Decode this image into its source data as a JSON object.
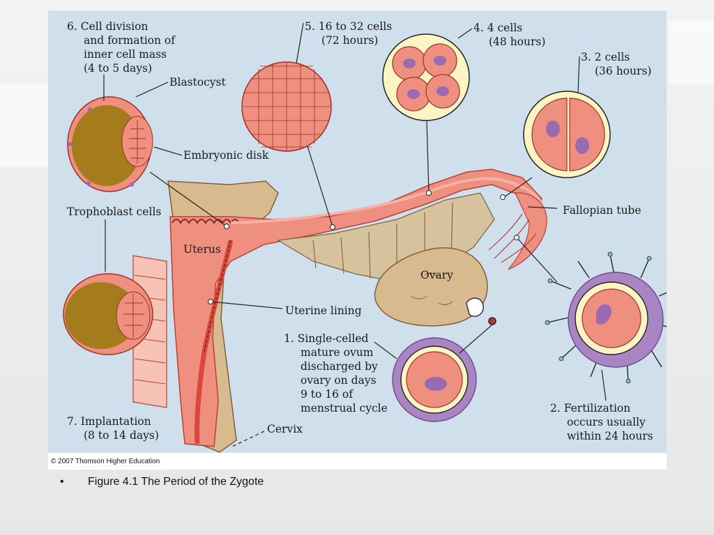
{
  "colors": {
    "background": "#cfdfec",
    "tissue": "#ef8f80",
    "tissue_dark": "#d8483c",
    "tan": "#d9b98e",
    "cell_nucleus": "#9a6bb0",
    "zona": "#fbf4c4",
    "blastocoel": "#a57c1b"
  },
  "labels": {
    "stage6": [
      "6.  Cell division",
      "and formation of",
      "inner cell mass",
      "(4 to 5 days)"
    ],
    "stage5": [
      "5.  16 to 32 cells",
      "(72 hours)"
    ],
    "stage4": [
      "4.  4 cells",
      "(48 hours)"
    ],
    "stage3": [
      "3.  2 cells",
      "(36 hours)"
    ],
    "blastocyst": "Blastocyst",
    "embryonic_disk": "Embryonic disk",
    "trophoblast": "Trophoblast cells",
    "uterus": "Uterus",
    "fallopian_tube": "Fallopian tube",
    "ovary": "Ovary",
    "uterine_lining": "Uterine lining",
    "stage1": [
      "1.  Single-celled",
      "mature ovum",
      "discharged by",
      "ovary on days",
      "9 to 16 of",
      "menstrual cycle"
    ],
    "stage2": [
      "2.  Fertilization",
      "occurs usually",
      "within 24 hours"
    ],
    "stage7": [
      "7.  Implantation",
      "(8 to 14 days)"
    ],
    "cervix": "Cervix"
  },
  "copyright": "© 2007 Thomson Higher Education",
  "caption": {
    "bullet": "•",
    "text": "Figure 4.1 The Period of the Zygote"
  }
}
